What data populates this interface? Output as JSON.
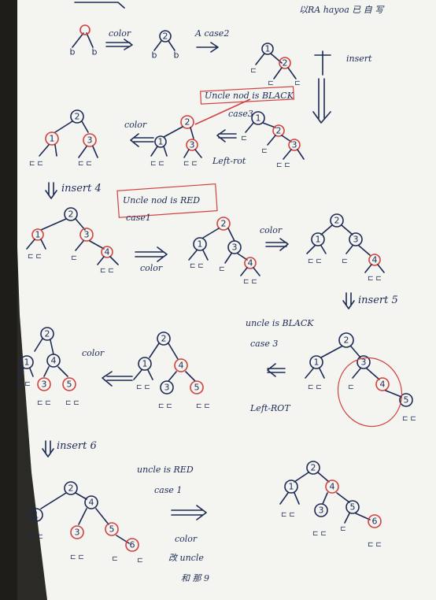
{
  "notes": {
    "header": "以RA hayoa 已 自 写",
    "color_label_1": "color",
    "case2_label": "A case2",
    "insert_label_1": "insert",
    "uncle_black_label": "Uncle nod is BLACK",
    "case3_label_1": "case3",
    "left_rotate_label_1": "Left-rot",
    "insert4_label": "insert 4",
    "uncle_red_label": "Uncle nod is RED",
    "case1_label_1": "case1",
    "color_label_2": "color",
    "color_label_3": "color",
    "insert5_label": "insert 5",
    "uncle_black_label_2": "uncle is BLACK",
    "case3_label_2": "case 3",
    "color_label_4": "color",
    "left_rotate_label_2": "Left-ROT",
    "insert6_label": "insert 6",
    "uncle_red_label_2": "uncle is RED",
    "case1_label_2": "case 1",
    "color_label_5": "color",
    "note_bottom_1": "改 uncle",
    "note_bottom_2": "和 那 9"
  },
  "colors": {
    "paper": "#f4f4f1",
    "ink": "#1c2a55",
    "red_ink": "#d2413d",
    "background": "#2b2a27"
  }
}
